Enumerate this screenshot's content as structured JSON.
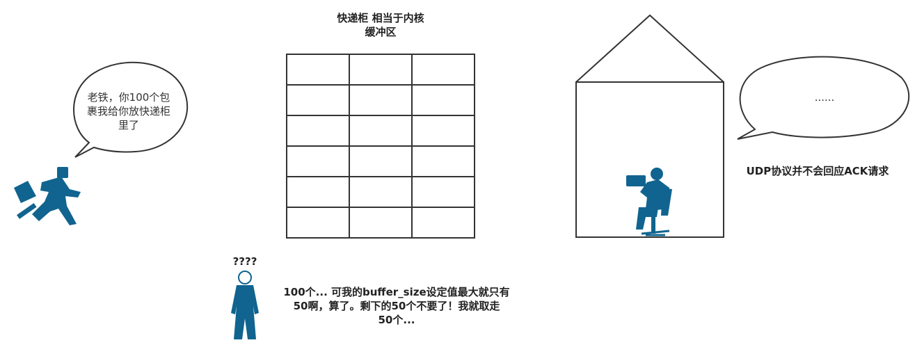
{
  "cabinet": {
    "title_line1": "快递柜 相当于内核",
    "title_line2": "缓冲区",
    "rows": 6,
    "cols": 3
  },
  "courier": {
    "speech_line1": "老铁，你100个包",
    "speech_line2": "裹我给你放快递柜",
    "speech_line3": "里了",
    "icon": "running-man-icon"
  },
  "person": {
    "question": "????",
    "note_line1": "100个... 可我的buffer_size设定值最大就只有",
    "note_line2": "50啊，算了。剩下的50个不要了！我就取走",
    "note_line3": "50个...",
    "icon": "person-standing-icon"
  },
  "house": {
    "speech": "......",
    "caption": "UDP协议并不会回应ACK请求",
    "icon": "person-on-laptop-icon"
  },
  "colors": {
    "figure": "#10648f",
    "stroke": "#333333"
  }
}
